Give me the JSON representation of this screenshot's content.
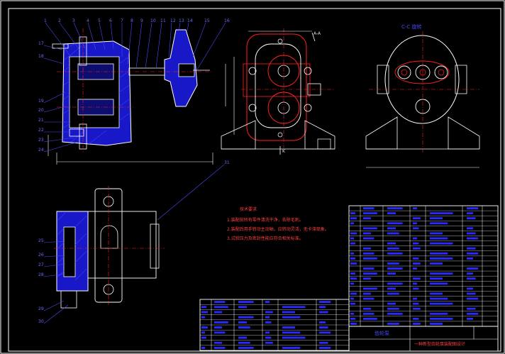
{
  "colors": {
    "background": "#000000",
    "frame": "#ffffff",
    "part_outline": "#ffffff",
    "section_fill": "#1c1cd8",
    "hatch": "#2a2aff",
    "centerline": "#ff2020",
    "dimension": "#ffffff",
    "leader": "#4a4aff"
  },
  "views": {
    "a_a_label": "A-A",
    "k_label": "K",
    "right_view_title": "C-C 旋转"
  },
  "balloon_numbers": {
    "main_top": [
      "1",
      "2",
      "3",
      "4",
      "5",
      "6",
      "7",
      "8",
      "9",
      "10",
      "11",
      "12",
      "13",
      "14",
      "15",
      "16"
    ],
    "main_left": [
      "17",
      "18",
      "19",
      "20",
      "21",
      "22",
      "23",
      "24"
    ],
    "lower_left": [
      "25",
      "26",
      "27",
      "28",
      "29",
      "30"
    ],
    "lower_right": "31"
  },
  "tech_requirements": {
    "title": "技术要求",
    "lines": [
      "1.装配前所有零件清洗干净，去除毛刺。",
      "2.装配后用手转动主动轴，应转动灵活，无卡滞现象。",
      "3.试验压力及密封性能应符合相关标准。"
    ]
  },
  "title_block": {
    "drawing_name": "齿轮泵",
    "subtitle": "一种新型齿轮泵装配图设计"
  }
}
